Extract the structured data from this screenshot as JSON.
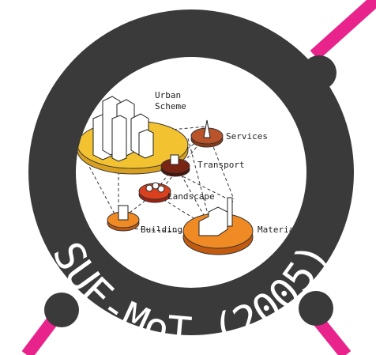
{
  "diagram": {
    "nodes": {
      "urban_scheme": {
        "label_line1": "Urban",
        "label_line2": "Scheme"
      },
      "services": {
        "label": "Services"
      },
      "transport": {
        "label": "Transport"
      },
      "landscape": {
        "label": "Landscape"
      },
      "building": {
        "label": "Building"
      },
      "material": {
        "label": "Material"
      }
    }
  },
  "ring": {
    "label": "SUE-MoT (2005)"
  },
  "colors": {
    "ring": "#3a3a3a",
    "accent_line": "#e8248c",
    "yellow_disc": "#f2c230",
    "orange_disc": "#e8741e",
    "rust_disc": "#b8532a",
    "dark_disc": "#7a2414"
  }
}
